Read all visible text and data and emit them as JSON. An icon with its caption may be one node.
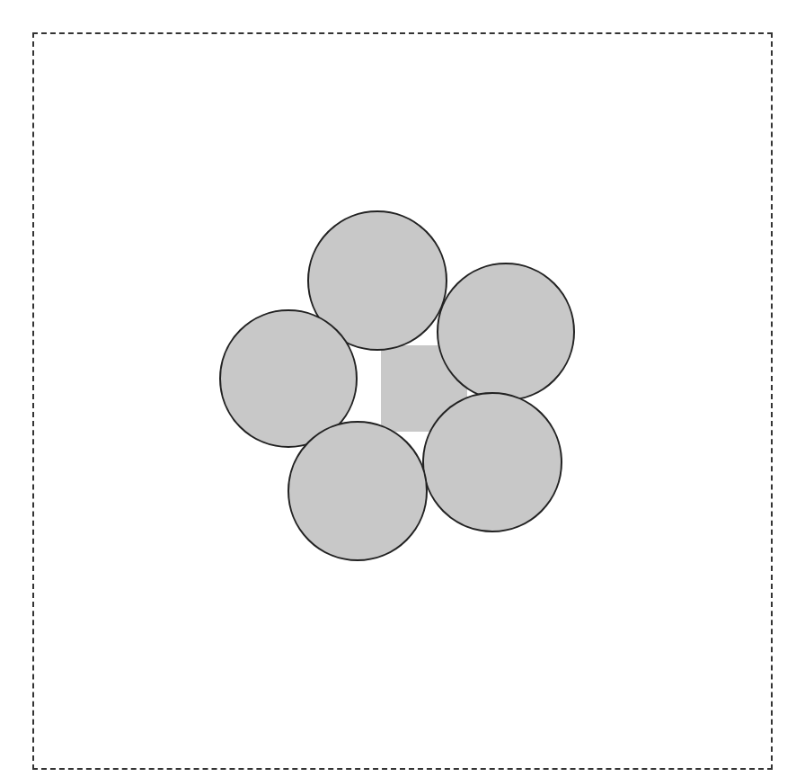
{
  "diagram": {
    "nodes": [
      {
        "text": [],
        "shape": "box"
      },
      {
        "text": [],
        "shape": "circle",
        "in": 0
      },
      {
        "text": [],
        "shape": "circle",
        "in": 0
      },
      {
        "text": [],
        "shape": "circle",
        "in": 0
      },
      {
        "text": [],
        "shape": "circle",
        "in": 0
      },
      {
        "text": [],
        "shape": "circle",
        "in": 0
      },
      {
        "text": [],
        "shape": "circle",
        "in": 0
      }
    ]
  }
}
